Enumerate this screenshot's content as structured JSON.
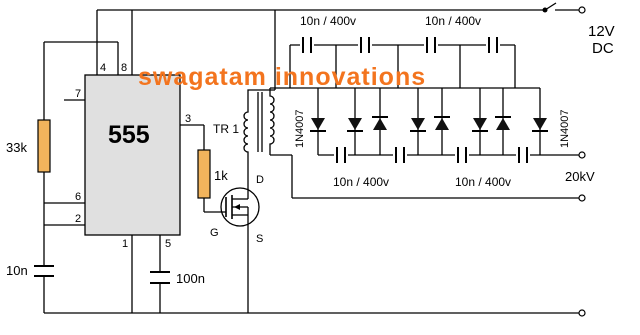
{
  "watermark": "swagatam innovations",
  "ic": {
    "name": "555",
    "pin_4": "4",
    "pin_8": "8",
    "pin_7": "7",
    "pin_3": "3",
    "pin_6": "6",
    "pin_2": "2",
    "pin_1": "1",
    "pin_5": "5"
  },
  "components": {
    "r1": "33k",
    "r2": "1k",
    "c_timing": "10n",
    "c_control": "100n",
    "transformer": "TR 1",
    "mosfet_d": "D",
    "mosfet_g": "G",
    "mosfet_s": "S",
    "diode_label_left": "1N4007",
    "diode_label_right": "1N4007",
    "cap_top_left": "10n / 400v",
    "cap_top_right": "10n / 400v",
    "cap_bottom_left": "10n / 400v",
    "cap_bottom_right": "10n / 400v"
  },
  "supply": {
    "voltage": "12V",
    "type": "DC"
  },
  "output": "20kV",
  "colors": {
    "resistor_fill": "#f2b45c",
    "watermark": "#f3741e",
    "diode_fill": "#111111"
  }
}
